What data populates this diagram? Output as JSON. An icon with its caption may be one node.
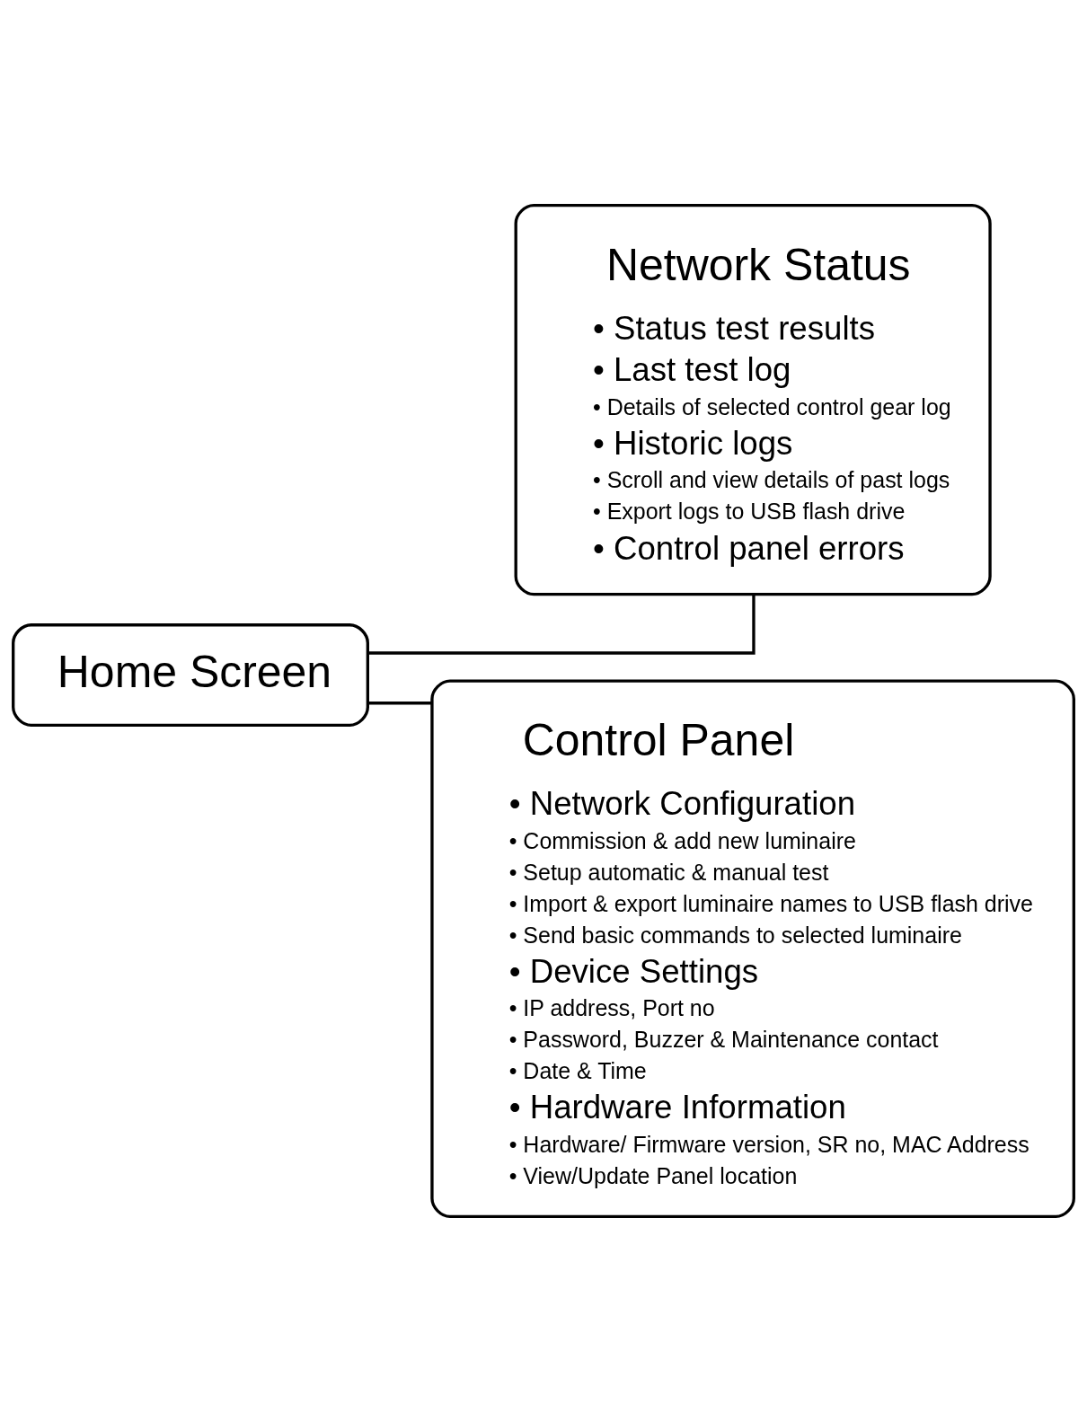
{
  "diagram": {
    "nodes": [
      {
        "text": [
          "Home Screen"
        ]
      },
      {
        "text": [
          "Network Status",
          "• Status test results",
          "• Last test log",
          "• Details of selected control gear log",
          "• Historic logs",
          "• Scroll and view details of past logs",
          "• Export logs to USB flash drive",
          "• Control panel errors"
        ]
      },
      {
        "text": [
          "Control Panel",
          "• Network Configuration",
          "• Commission & add new luminaire",
          "• Setup automatic & manual test",
          "• Import & export luminaire names to USB flash drive",
          "• Send basic commands to selected luminaire",
          "• Device Settings",
          "• IP address, Port no",
          "• Password, Buzzer & Maintenance contact",
          "• Date & Time",
          "• Hardware Information",
          "• Hardware/ Firmware version, SR no, MAC Address",
          "• View/Update Panel location"
        ]
      }
    ],
    "edges": [
      {
        "from": 0,
        "to": 1,
        "arrow": "none"
      },
      {
        "from": 0,
        "to": 2,
        "arrow": "none"
      }
    ]
  }
}
